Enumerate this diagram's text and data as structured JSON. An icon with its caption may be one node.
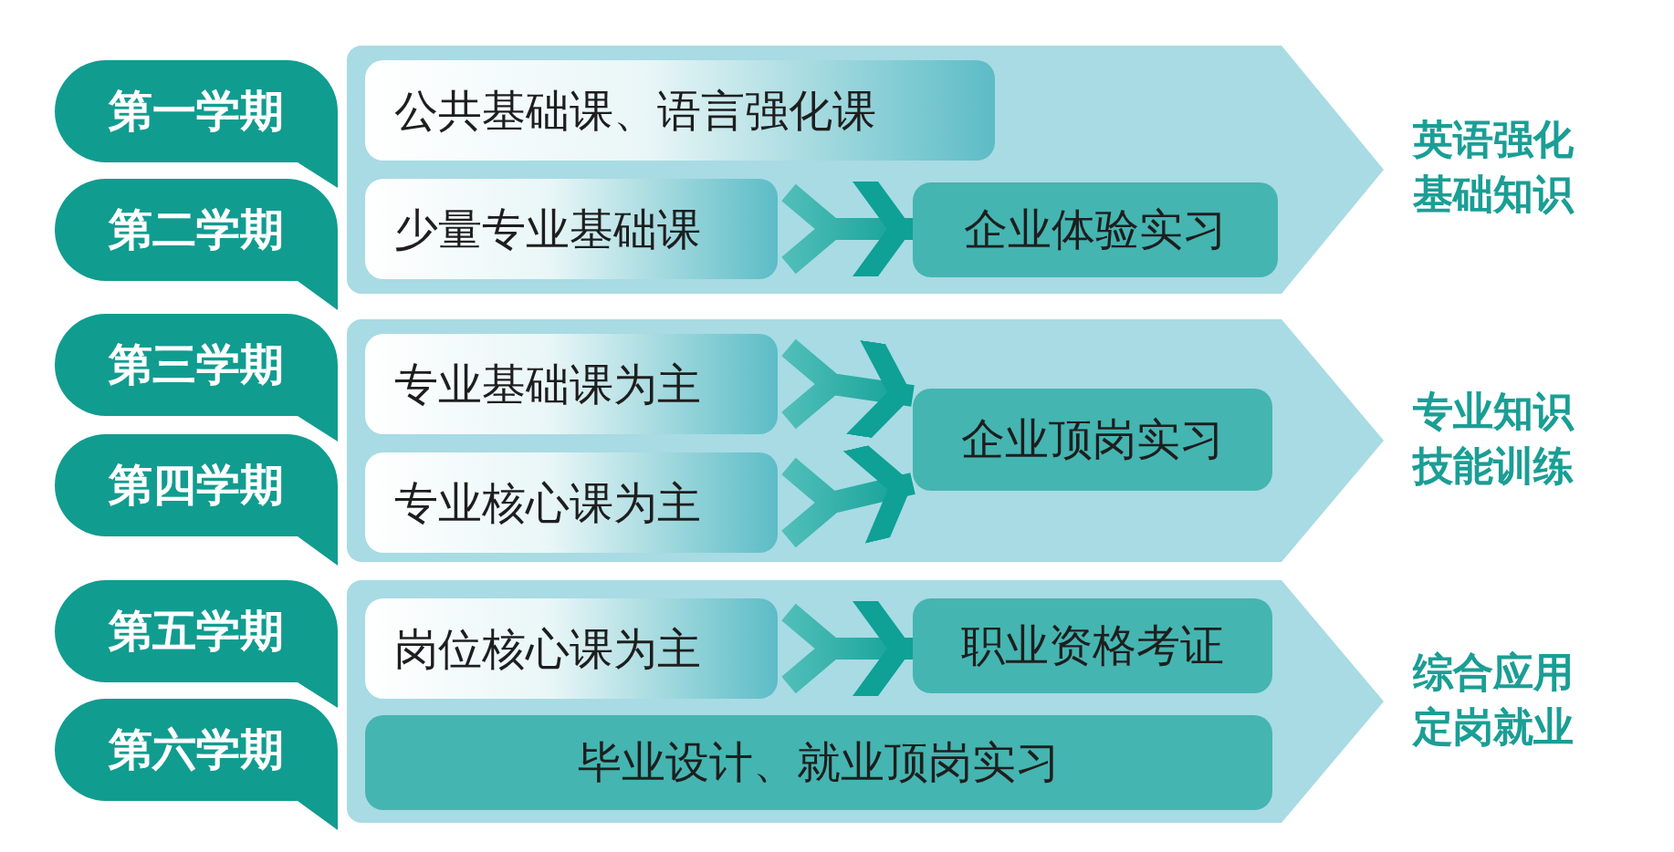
{
  "diagram": {
    "nodes": [
      {
        "text": [
          "第一学期"
        ]
      },
      {
        "text": [
          "第二学期"
        ]
      },
      {
        "text": [],
        "shape": "arrow",
        "beside": [
          "英语强化基础知识"
        ]
      },
      {
        "text": [
          "公共基础课、语言强化课"
        ],
        "in": 2
      },
      {
        "text": [
          "少量专业基础课"
        ],
        "in": 2
      },
      {
        "text": [
          "企业体验实习"
        ],
        "in": 2
      },
      {
        "text": [
          "第三学期"
        ]
      },
      {
        "text": [
          "第四学期"
        ]
      },
      {
        "text": [],
        "shape": "arrow",
        "beside": [
          "专业知识技能训练"
        ]
      },
      {
        "text": [
          "专业基础课为主"
        ],
        "in": 8
      },
      {
        "text": [
          "专业核心课为主"
        ],
        "in": 8
      },
      {
        "text": [
          "企业顶岗实习"
        ],
        "in": 8
      },
      {
        "text": [
          "第五学期"
        ]
      },
      {
        "text": [
          "第六学期"
        ]
      },
      {
        "text": [],
        "shape": "arrow",
        "beside": [
          "综合应用定岗就业"
        ]
      },
      {
        "text": [
          "岗位核心课为主"
        ],
        "in": 14
      },
      {
        "text": [
          "职业资格考证"
        ],
        "in": 14
      },
      {
        "text": [
          "毕业设计、就业顶岗实习"
        ],
        "in": 14
      }
    ],
    "edges": [
      {
        "from": 4,
        "to": 5,
        "arrow": "to"
      },
      {
        "from": 9,
        "to": 11,
        "arrow": "to"
      },
      {
        "from": 10,
        "to": 11,
        "arrow": "to"
      },
      {
        "from": 15,
        "to": 16,
        "arrow": "to"
      }
    ]
  }
}
